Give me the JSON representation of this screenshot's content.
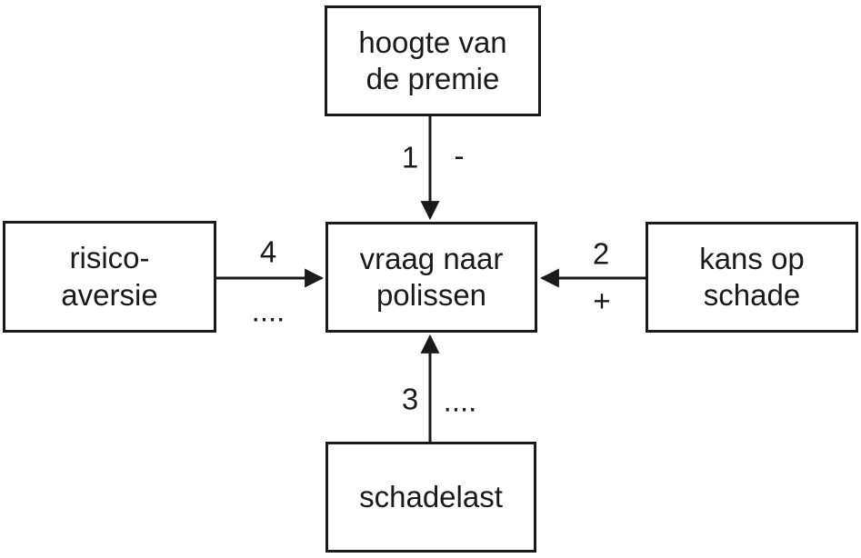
{
  "diagram": {
    "nodes": {
      "top": {
        "lines": [
          "hoogte van",
          "de premie"
        ]
      },
      "left": {
        "lines": [
          "risico-",
          "aversie"
        ]
      },
      "center": {
        "lines": [
          "vraag naar",
          "polissen"
        ]
      },
      "right": {
        "lines": [
          "kans op",
          "schade"
        ]
      },
      "bottom": {
        "lines": [
          "schadelast"
        ]
      }
    },
    "edges": [
      {
        "number": "1",
        "sign": "-",
        "from": "hoogte van de premie",
        "to": "vraag naar polissen",
        "direction": "down"
      },
      {
        "number": "2",
        "sign": "+",
        "from": "kans op schade",
        "to": "vraag naar polissen",
        "direction": "left"
      },
      {
        "number": "3",
        "sign": "....",
        "from": "schadelast",
        "to": "vraag naar polissen",
        "direction": "up"
      },
      {
        "number": "4",
        "sign": "....",
        "from": "risico-aversie",
        "to": "vraag naar polissen",
        "direction": "right"
      }
    ],
    "colors": {
      "ink": "#1a1a1a",
      "background": "#ffffff"
    }
  }
}
